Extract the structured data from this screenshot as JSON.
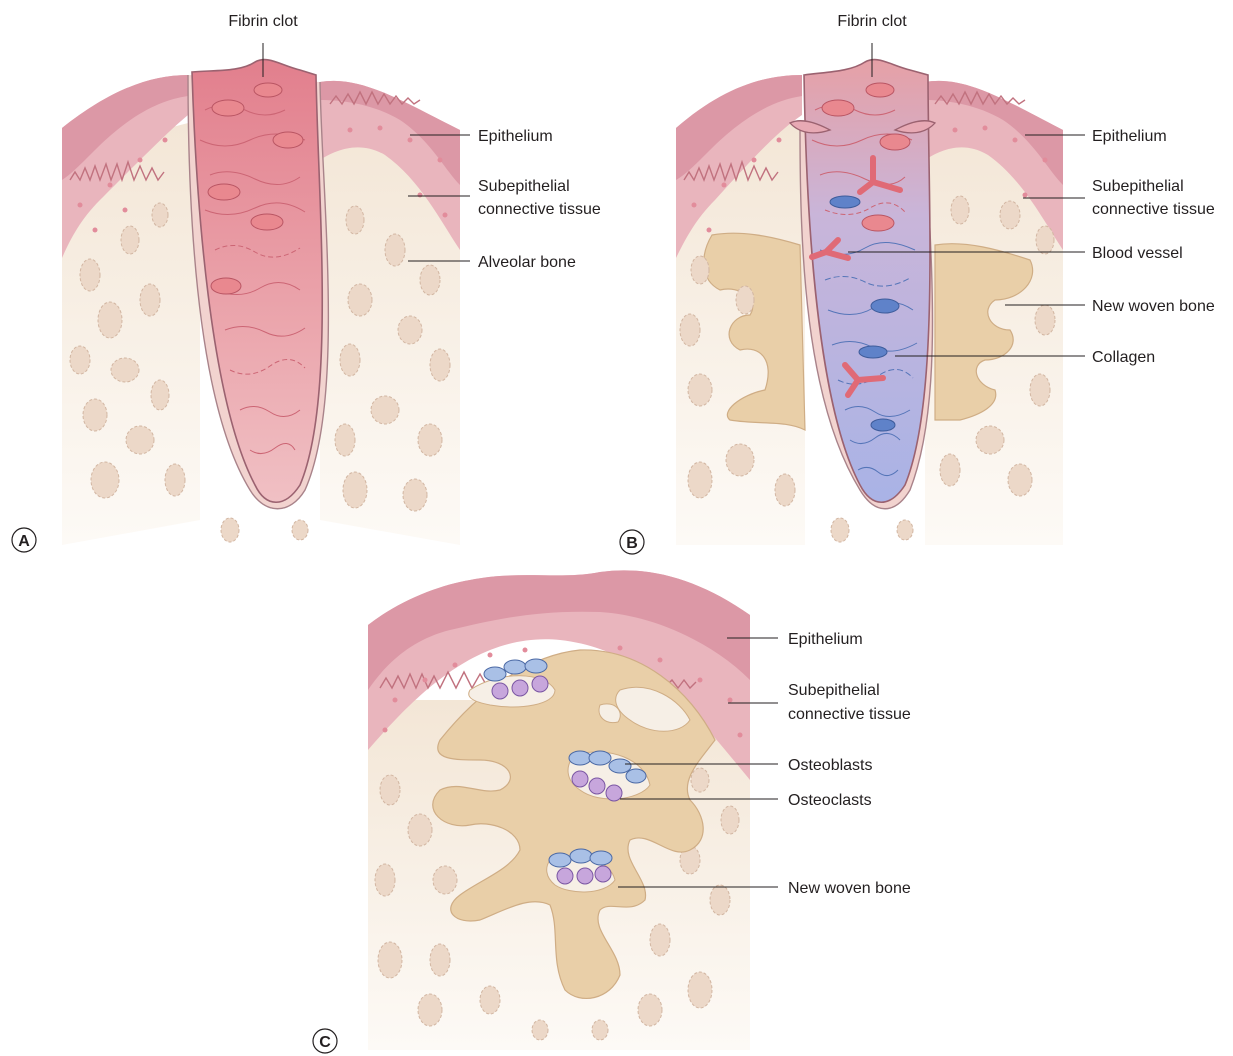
{
  "panels": [
    {
      "id": "A",
      "labels": {
        "fibrin_clot": "Fibrin clot",
        "epithelium": "Epithelium",
        "subepithelial_1": "Subepithelial",
        "subepithelial_2": "connective tissue",
        "alveolar_bone": "Alveolar bone"
      }
    },
    {
      "id": "B",
      "labels": {
        "fibrin_clot": "Fibrin clot",
        "epithelium": "Epithelium",
        "subepithelial_1": "Subepithelial",
        "subepithelial_2": "connective tissue",
        "blood_vessel": "Blood vessel",
        "new_woven_bone": "New woven bone",
        "collagen": "Collagen"
      }
    },
    {
      "id": "C",
      "labels": {
        "epithelium": "Epithelium",
        "subepithelial_1": "Subepithelial",
        "subepithelial_2": "connective tissue",
        "osteoblasts": "Osteoblasts",
        "osteoclasts": "Osteoclasts",
        "new_woven_bone": "New woven bone"
      }
    }
  ],
  "colors": {
    "epithelium": "#dc98a6",
    "connective_tissue": "#e9b5bd",
    "bone": "#f6efe6",
    "bone_spaces": "#ecd8c8",
    "woven_bone": "#e9cfa8",
    "clot": "#e28d98",
    "collagen_blue": "#a9b3e0",
    "osteoblast": "#a9c0e6",
    "osteoclast": "#c7a6dc"
  }
}
